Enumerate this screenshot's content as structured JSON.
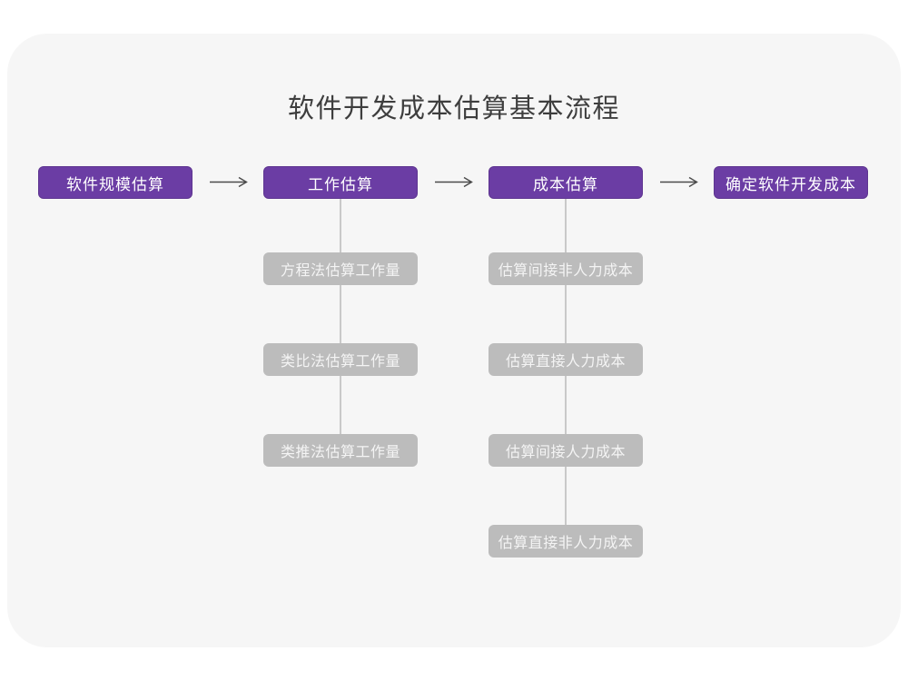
{
  "title": "软件开发成本估算基本流程",
  "colors": {
    "page_bg": "#ffffff",
    "card_bg": "#f6f6f6",
    "primary_purple": "#6b3da4",
    "sub_node_gray": "#bcbcbc",
    "connector_gray": "#c9c9c9",
    "arrow_gray": "#4a4a4a",
    "title_text": "#3e3e3e",
    "node_text": "#ffffff"
  },
  "flow": {
    "main_nodes": [
      {
        "label": "软件规模估算"
      },
      {
        "label": "工作估算"
      },
      {
        "label": "成本估算"
      },
      {
        "label": "确定软件开发成本"
      }
    ],
    "work_estimation_methods": [
      {
        "label": "方程法估算工作量"
      },
      {
        "label": "类比法估算工作量"
      },
      {
        "label": "类推法估算工作量"
      }
    ],
    "cost_estimation_steps": [
      {
        "label": "估算间接非人力成本"
      },
      {
        "label": "估算直接人力成本"
      },
      {
        "label": "估算间接人力成本"
      },
      {
        "label": "估算直接非人力成本"
      }
    ]
  }
}
